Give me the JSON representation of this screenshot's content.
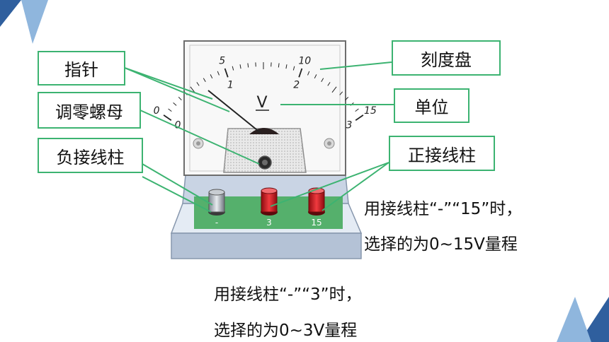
{
  "labels": {
    "pointer": "指针",
    "zero_adjust": "调零螺母",
    "negative_terminal": "负接线柱",
    "scale_dial": "刻度盘",
    "unit": "单位",
    "positive_terminal": "正接线柱"
  },
  "meter": {
    "unit_symbol": "V",
    "upper_scale": [
      "0",
      "5",
      "10",
      "15"
    ],
    "lower_scale": [
      "0",
      "1",
      "2",
      "3"
    ],
    "terminal_labels": [
      "-",
      "3",
      "15"
    ]
  },
  "notes": {
    "range_15": {
      "line1": "用接线柱“-”“15”时，",
      "line2": "选择的为0~15V量程"
    },
    "range_3": {
      "line1": "用接线柱“-”“3”时，",
      "line2": "选择的为0~3V量程"
    }
  },
  "colors": {
    "accent_green": "#3cb371",
    "terminal_red": "#d71920",
    "corner_blue": "#2f5f9e"
  }
}
